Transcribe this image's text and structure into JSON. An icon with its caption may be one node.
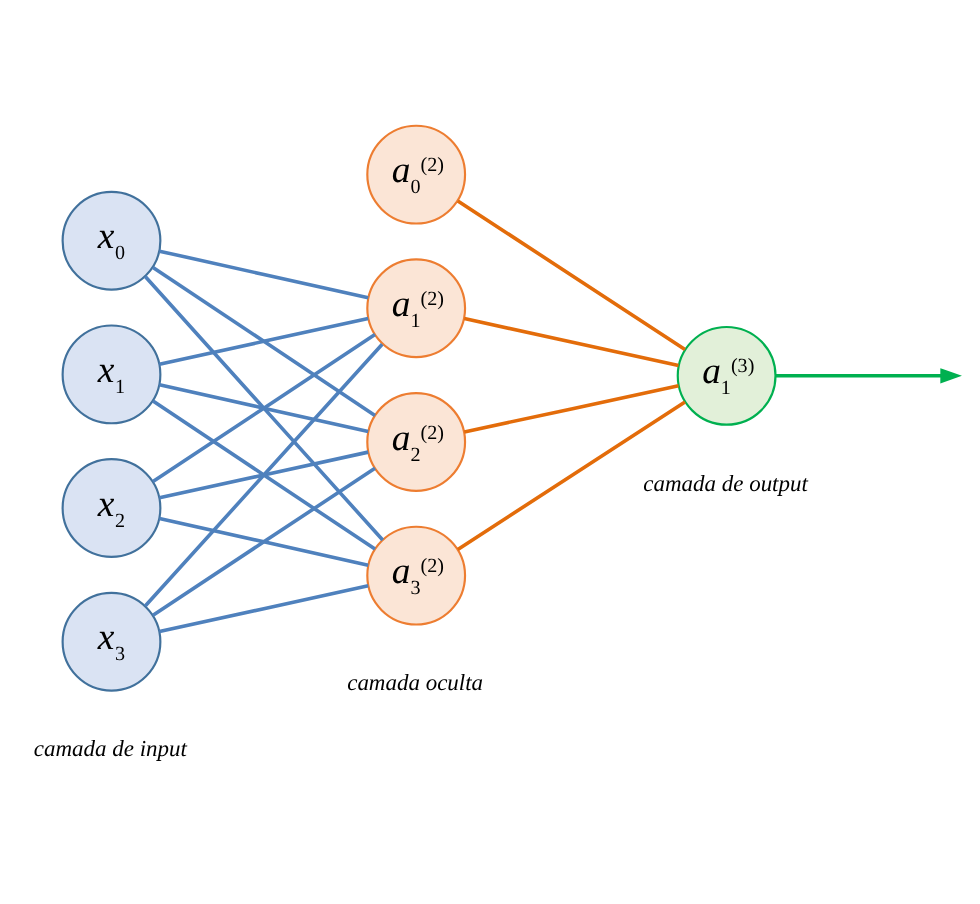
{
  "diagram": {
    "nodes": [
      {
        "text": [
          "x$_{0}$"
        ]
      },
      {
        "text": [
          "x$_{1}$"
        ]
      },
      {
        "text": [
          "x$_{2}$"
        ]
      },
      {
        "text": [
          "x$_{3}$"
        ]
      },
      {
        "text": [
          "a$_{0}$$^{(2)}$"
        ]
      },
      {
        "text": [
          "a$_{1}$$^{(2)}$"
        ]
      },
      {
        "text": [
          "a$_{2}$$^{(2)}$"
        ]
      },
      {
        "text": [
          "a$_{3}$$^{(2)}$"
        ]
      },
      {
        "text": [
          "a$_{1}$$^{(3)}$"
        ],
        "beside": [
          "camada de output"
        ]
      }
    ],
    "edges": [
      {
        "from": 0,
        "to": 5,
        "arrow": "none"
      },
      {
        "from": 0,
        "to": 6,
        "arrow": "none"
      },
      {
        "from": 0,
        "to": 7,
        "arrow": "none"
      },
      {
        "from": 1,
        "to": 5,
        "arrow": "none"
      },
      {
        "from": 1,
        "to": 6,
        "arrow": "none"
      },
      {
        "from": 1,
        "to": 7,
        "arrow": "none"
      },
      {
        "from": 2,
        "to": 5,
        "arrow": "none"
      },
      {
        "from": 2,
        "to": 6,
        "arrow": "none"
      },
      {
        "from": 2,
        "to": 7,
        "arrow": "none"
      },
      {
        "from": 3,
        "to": 5,
        "arrow": "none"
      },
      {
        "from": 3,
        "to": 6,
        "arrow": "none"
      },
      {
        "from": 3,
        "to": 7,
        "arrow": "none"
      },
      {
        "from": 4,
        "to": 8,
        "arrow": "none",
        "color": "#e36c0a"
      },
      {
        "from": 5,
        "to": 8,
        "arrow": "none",
        "color": "#e36c0a"
      },
      {
        "from": 6,
        "to": 8,
        "arrow": "none",
        "color": "#e36c0a"
      },
      {
        "from": 7,
        "to": 8,
        "arrow": "none",
        "color": "#e36c0a"
      },
      {
        "from": 8,
        "to": null,
        "arrow": "to",
        "color": "#00b050"
      }
    ],
    "labels": [
      "camada de input",
      "camada oculta"
    ]
  }
}
